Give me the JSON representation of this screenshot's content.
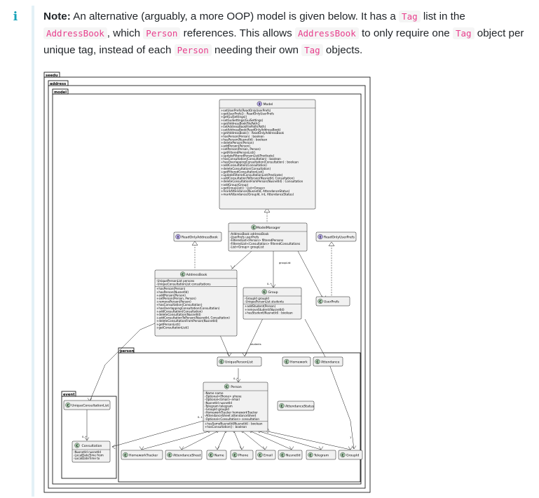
{
  "note": {
    "icon": "info-icon",
    "lead": "Note:",
    "parts": [
      {
        "text": " An alternative (arguably, a more OOP) model is given below. It has a ",
        "code": false
      },
      {
        "text": "Tag",
        "code": true
      },
      {
        "text": " list in the ",
        "code": false
      },
      {
        "text": "AddressBook",
        "code": true
      },
      {
        "text": ", which ",
        "code": false
      },
      {
        "text": "Person",
        "code": true
      },
      {
        "text": " references. This allows ",
        "code": false
      },
      {
        "text": "AddressBook",
        "code": true
      },
      {
        "text": " to only require one ",
        "code": false
      },
      {
        "text": "Tag",
        "code": true
      },
      {
        "text": " object per unique tag, instead of each ",
        "code": false
      },
      {
        "text": "Person",
        "code": true
      },
      {
        "text": " needing their own ",
        "code": false
      },
      {
        "text": "Tag",
        "code": true
      },
      {
        "text": " objects.",
        "code": false
      }
    ]
  },
  "diagram": {
    "packages": {
      "seedu": "seedu",
      "address": "address",
      "model": "model",
      "person": "person",
      "event": "event"
    },
    "model_interface": {
      "name": "Model",
      "methods": [
        "+setUserPrefs(ReadOnlyUserPrefs)",
        "+getUserPrefs() : ReadOnlyUserPrefs",
        "+getGuiSettings()",
        "+setGuiSettings(GuiSettings)",
        "+getAddressBookFilePath()",
        "+setAddressBookFilePath(Path)",
        "+setAddressBook(ReadOnlyAddressBook)",
        "+getAddressBook() : ReadOnlyAddressBook",
        "+hasPerson(Person) : boolean",
        "+hasPerson(NusnetId) : boolean",
        "+deletePerson(Person)",
        "+addPerson(Person)",
        "+setPerson(Person, Person)",
        "+getFilteredPersonList()",
        "+updateFilteredPersonList(Predicate)",
        "+hasConsultation(Consultation) : boolean",
        "+hasOverlappingConsultation(Consultation) : boolean",
        "+addConsultation(Consultation)",
        "+deleteConsultation(Consultation)",
        "+getFilteredConsultationList()",
        "+updateFilteredConsultationList(Predicate)",
        "+addConsultationToPerson(NusnetId, Consultation)",
        "+deleteConsultationFromPerson(NusnetId) : Consultation",
        "+addGroup(Group)",
        "+getGroupList() : List<Group>",
        "+markAttendance(NusnetId, AttendanceStatus)",
        "+markAttendance(GroupId, int, AttendanceStatus)"
      ]
    },
    "model_manager": {
      "name": "ModelManager",
      "fields": [
        "-AddressBook addressBook",
        "-UserPrefs userPrefs",
        "-FilteredList<Person> filteredPersons",
        "-FilteredList<Consultation> filteredConsultations",
        "-List<Group> groupList"
      ]
    },
    "read_only_address_book": "ReadOnlyAddressBook",
    "read_only_user_prefs": "ReadOnlyUserPrefs",
    "address_book": {
      "name": "AddressBook",
      "fields": [
        "-UniquePersonList persons",
        "-UniqueConsultationList consultations"
      ],
      "methods": [
        "+hasPerson(Person)",
        "+hasPerson(NusnetId)",
        "+addPerson(Person)",
        "+setPerson(Person, Person)",
        "+removePerson(Person)",
        "+hasConsultation(Consultation)",
        "+hasOverlappingConsultation(Consultation)",
        "+addConsultation(Consultation)",
        "+deleteConsultation(NusnetId)",
        "+addConsultationToPerson(NusnetId, Consultation)",
        "+deleteConsultationFromPerson(NusnetId)",
        "+getPersonList()",
        "+getConsultationList()"
      ]
    },
    "group": {
      "name": "Group",
      "fields": [
        "-GroupId groupId",
        "-UniquePersonList students"
      ],
      "methods": [
        "+addStudent(Person)",
        "+removeStudent(NusnetId)",
        "+hasStudent(NusnetId) : boolean"
      ]
    },
    "user_prefs": "UserPrefs",
    "unique_person_list": "UniquePersonList",
    "homework": "Homework",
    "attendance": "Attendance",
    "attendance_status": "AttendanceStatus",
    "person": {
      "name": "Person",
      "fields": [
        "-Name name",
        "-Optional<Phone> phone",
        "-Optional<Email> email",
        "-NusnetId nusnetId",
        "-Telegram telegram",
        "-GroupId groupId",
        "-HomeworkTracker homeworkTracker",
        "-AttendanceSheet attendanceSheet",
        "-Optional<Consultation> consultation"
      ],
      "methods": [
        "+hasSameNusnetId(NusnetId) : boolean",
        "+hasConsultation() : boolean"
      ]
    },
    "unique_consultation_list": "UniqueConsultationList",
    "consultation": {
      "name": "Consultation",
      "fields": [
        "-NusnetId nusnetId",
        "-LocalDateTime from",
        "-LocalDateTime to"
      ]
    },
    "bottom_classes": [
      "HomeworkTracker",
      "AttendanceSheet",
      "Name",
      "Phone",
      "Email",
      "NusnetId",
      "Telegram",
      "GroupId"
    ],
    "edge_labels": {
      "grouplist": "groupList",
      "students": "students",
      "mult_1": "1",
      "mult_0n": "0..*",
      "mult_01": "0..1"
    },
    "colors": {
      "class_fill": "#f1f1f1",
      "class_border": "#181818",
      "class_badge": "#add1b2",
      "interface_badge": "#b4a7e5"
    }
  }
}
